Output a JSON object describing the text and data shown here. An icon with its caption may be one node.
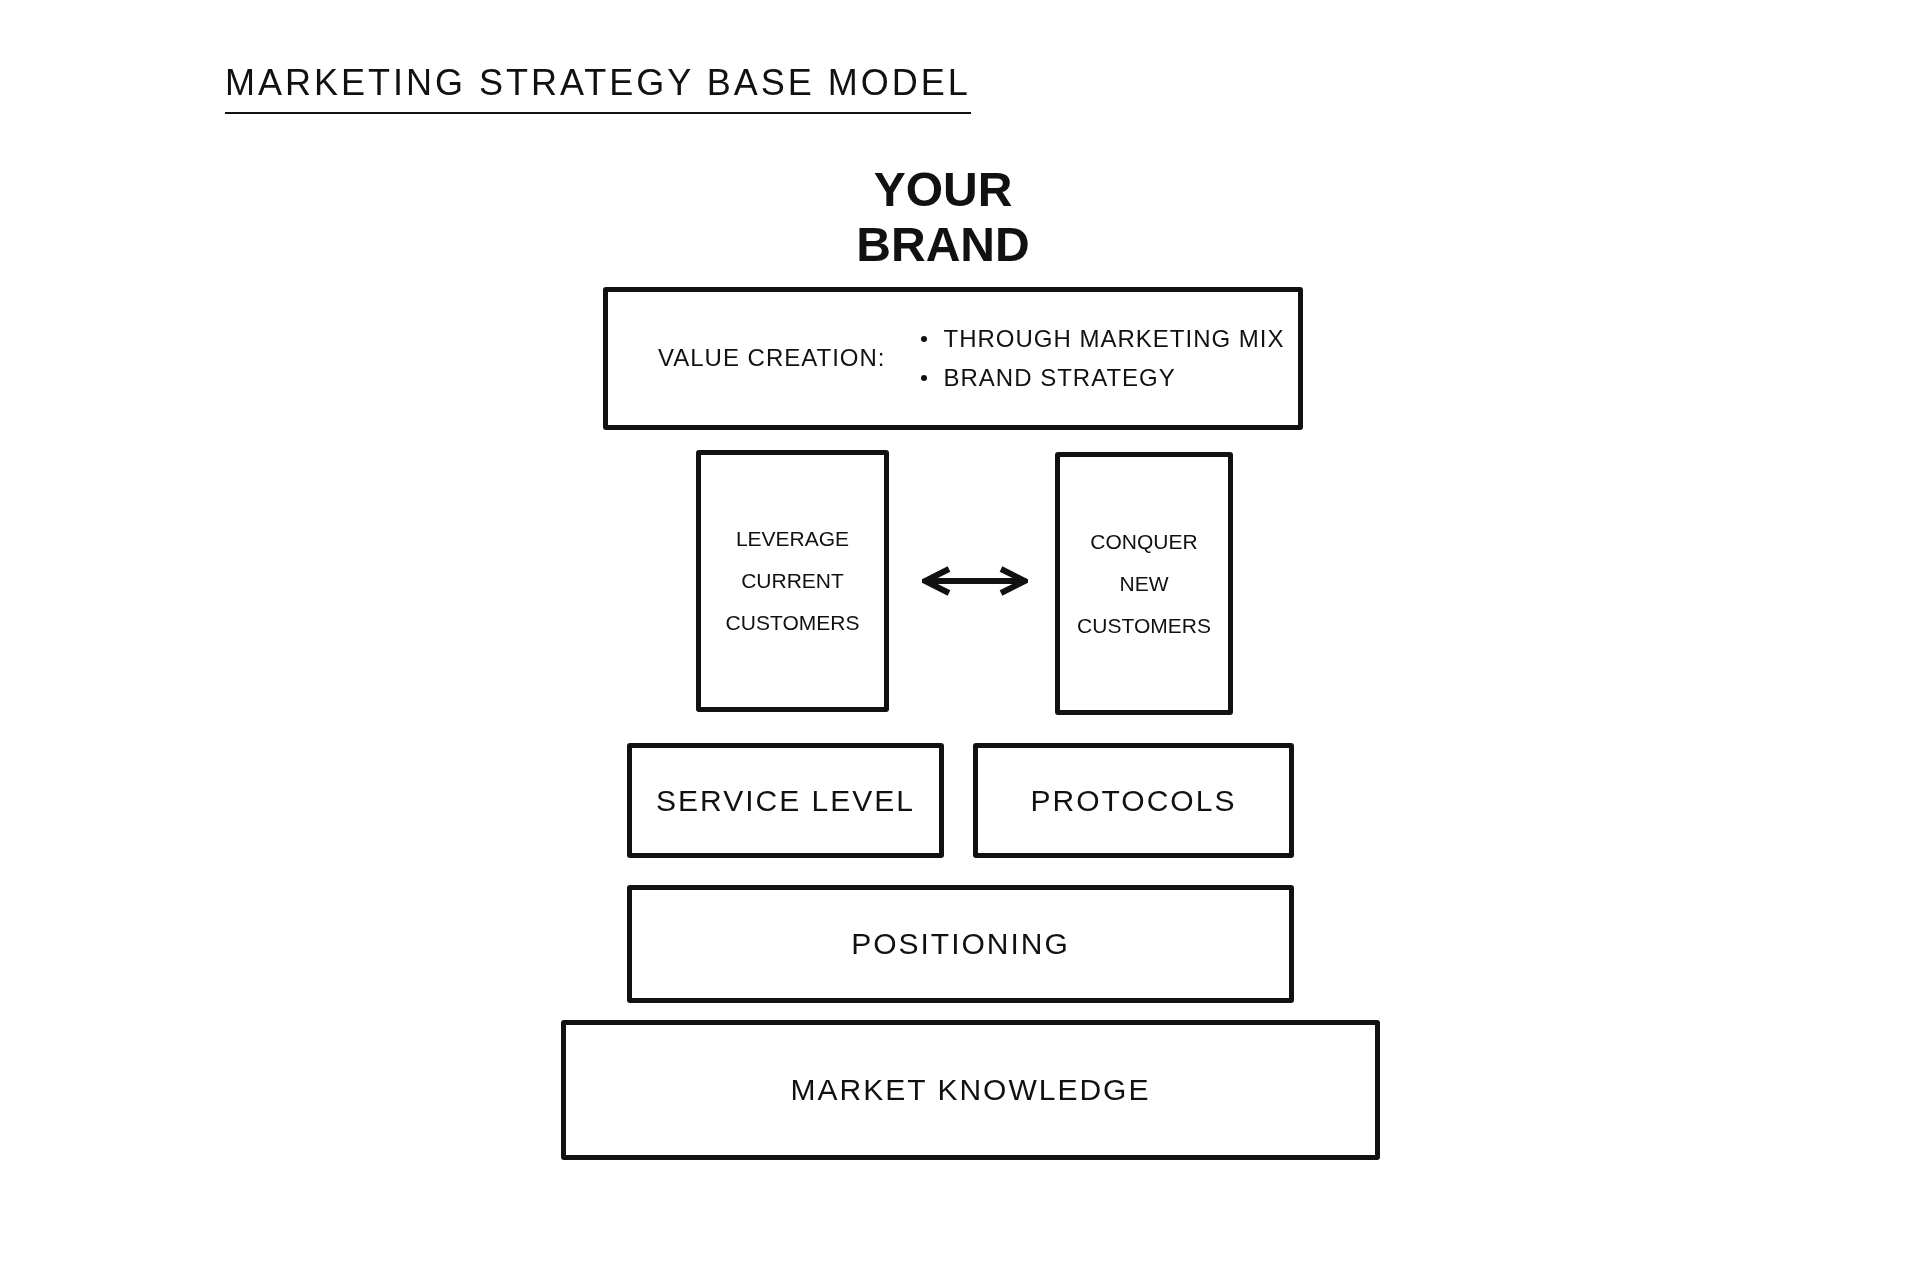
{
  "diagram": {
    "title": "MARKETING STRATEGY BASE MODEL",
    "nodes": [
      {
        "text": [
          "VALUE CREATION:",
          "THROUGH MARKETING MIX",
          "BRAND STRATEGY"
        ]
      },
      {
        "text": [
          "LEVERAGE CURRENT CUSTOMERS"
        ]
      },
      {
        "text": [
          "CONQUER NEW CUSTOMERS"
        ]
      },
      {
        "text": [
          "SERVICE LEVEL"
        ]
      },
      {
        "text": [
          "PROTOCOLS"
        ]
      },
      {
        "text": [
          "POSITIONING"
        ]
      },
      {
        "text": [
          "MARKET KNOWLEDGE"
        ]
      }
    ],
    "edges": [
      {
        "from": 1,
        "to": 2,
        "arrow": "both"
      }
    ],
    "labels": [
      "YOUR BRAND"
    ]
  }
}
